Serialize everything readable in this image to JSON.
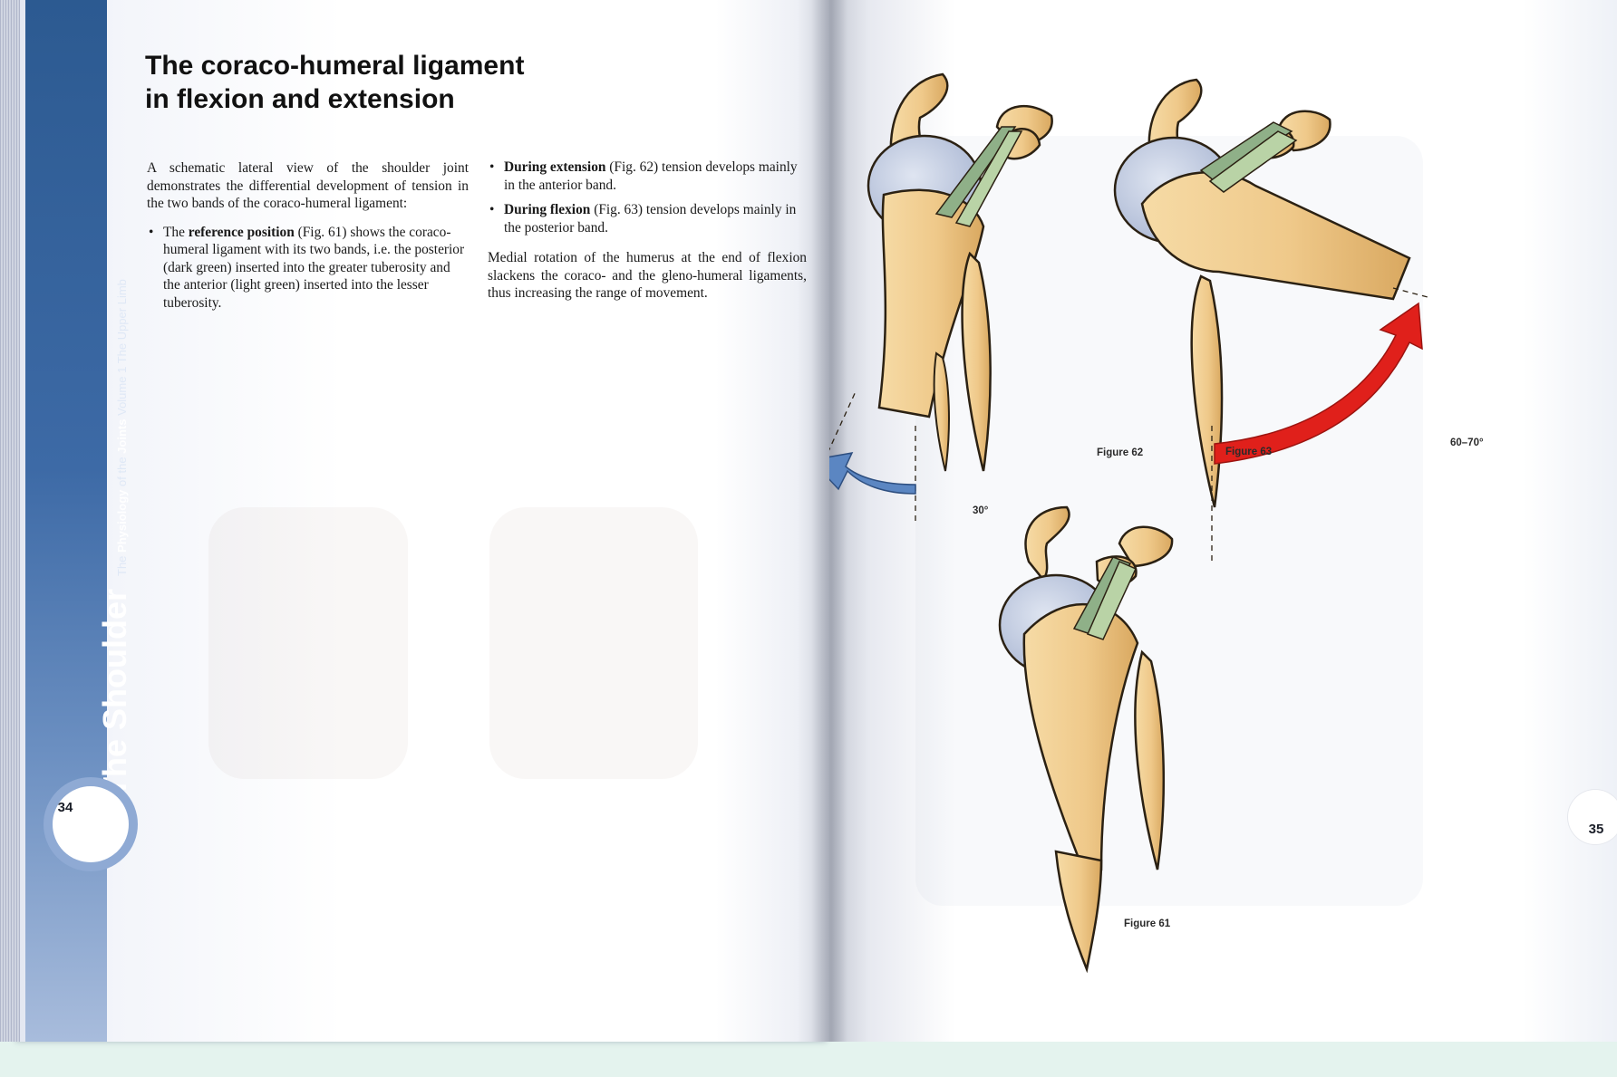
{
  "left_page": {
    "title_line1": "The coraco-humeral ligament",
    "title_line2": "in flexion and extension",
    "intro": "A schematic lateral view of the shoulder joint demonstrates the differential development of tension in the two bands of the coraco-humeral ligament:",
    "reference_bullet": {
      "lead": "The ",
      "term": "reference position",
      "rest": " (Fig. 61) shows the coraco-humeral ligament with its two bands, i.e. the posterior (dark green) inserted into the greater tuberosity and the anterior (light green) inserted into the lesser tuberosity."
    },
    "extension_bullet": {
      "term": "During extension",
      "rest": " (Fig. 62) tension develops mainly in the anterior band."
    },
    "flexion_bullet": {
      "term": "During flexion",
      "rest": " (Fig. 63) tension develops mainly in the posterior band."
    },
    "closing": "Medial rotation of the humerus at the end of flexion slackens the coraco- and the gleno-humeral ligaments, thus increasing the range of movement.",
    "page_number": "34",
    "side_title": "The Shoulder",
    "side_sub_the": "The",
    "side_sub_physiology": "Physiology",
    "side_sub_of_the": "of the",
    "side_sub_joints": "Joints",
    "side_sub_volume": "Volume 1 The Upper Limb"
  },
  "right_page": {
    "page_number": "35",
    "figures": {
      "fig61": "Figure 61",
      "fig62": "Figure 62",
      "fig63": "Figure 63",
      "angle_extension": "30°",
      "angle_flexion": "60–70°"
    }
  },
  "colors": {
    "bone_fill": "#efc98a",
    "bone_stroke": "#2b2113",
    "cartilage": "#b9c4dc",
    "ligament_dark": "#8fb088",
    "ligament_light": "#b9d3a6",
    "arrow_extension": "#5b86c2",
    "arrow_flexion": "#e0201b",
    "sidebar_blue": "#3d6aa6"
  }
}
